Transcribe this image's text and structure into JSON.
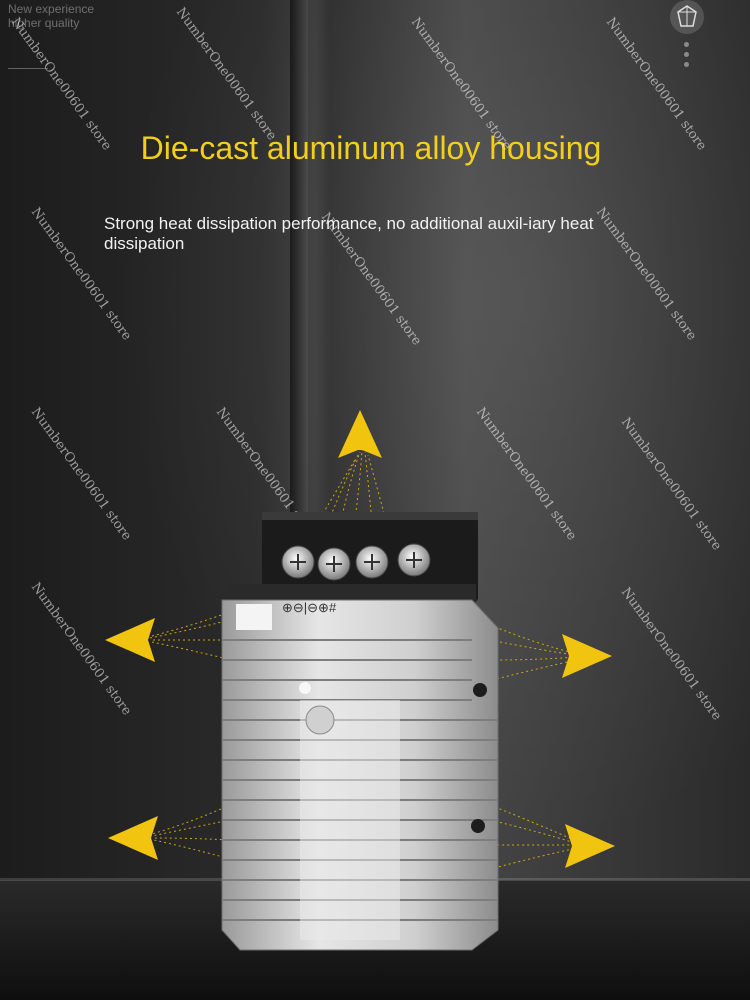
{
  "corner_text": [
    "New experience",
    "higher quality"
  ],
  "headline": "Die-cast aluminum alloy housing",
  "subtext": "Strong heat dissipation performance, no additional auxil-iary heat dissipation",
  "terminal_labels": "⊕⊖|⊖⊕#",
  "watermark": "NumberOne00601 store",
  "colors": {
    "headline": "#f3cf1a",
    "arrow": "#f1c40f",
    "background": "#222222"
  },
  "icons": [
    "store-logo-icon",
    "menu-dots-icon",
    "heat-arrow-icon"
  ]
}
